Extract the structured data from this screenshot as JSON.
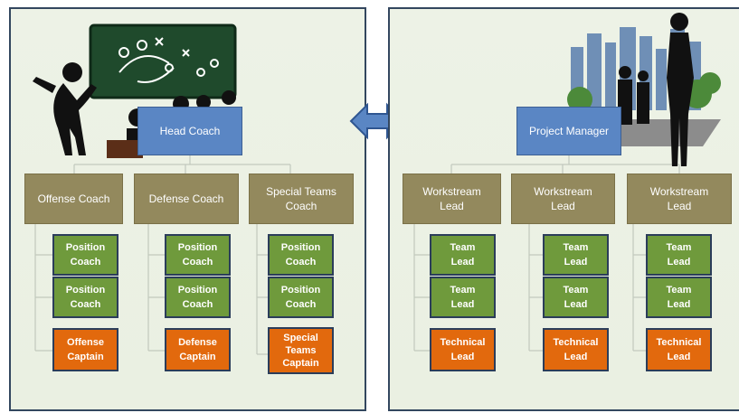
{
  "colors": {
    "panel_border": "#33475f",
    "top_box": "#5a86c4",
    "mid_box": "#93895d",
    "green_box": "#6f9a3c",
    "orange_box": "#e2690d",
    "arrow": "#5a86c4"
  },
  "icons": {
    "left_illustration": "coach-classroom-icon",
    "swap": "double-arrow-icon",
    "right_illustration": "business-skyline-icon"
  },
  "sports": {
    "head": "Head Coach",
    "columns": [
      {
        "header": "Offense Coach",
        "items": [
          {
            "label": "Position\nCoach",
            "kind": "green"
          },
          {
            "label": "Position\nCoach",
            "kind": "green"
          },
          {
            "label": "Offense\nCaptain",
            "kind": "orange"
          }
        ]
      },
      {
        "header": "Defense Coach",
        "items": [
          {
            "label": "Position\nCoach",
            "kind": "green"
          },
          {
            "label": "Position\nCoach",
            "kind": "green"
          },
          {
            "label": "Defense\nCaptain",
            "kind": "orange"
          }
        ]
      },
      {
        "header": "Special Teams\nCoach",
        "items": [
          {
            "label": "Position\nCoach",
            "kind": "green"
          },
          {
            "label": "Position\nCoach",
            "kind": "green"
          },
          {
            "label": "Special\nTeams\nCaptain",
            "kind": "orange"
          }
        ]
      }
    ]
  },
  "business": {
    "head": "Project Manager",
    "columns": [
      {
        "header": "Workstream\nLead",
        "items": [
          {
            "label": "Team\nLead",
            "kind": "green"
          },
          {
            "label": "Team\nLead",
            "kind": "green"
          },
          {
            "label": "Technical\nLead",
            "kind": "orange"
          }
        ]
      },
      {
        "header": "Workstream\nLead",
        "items": [
          {
            "label": "Team\nLead",
            "kind": "green"
          },
          {
            "label": "Team\nLead",
            "kind": "green"
          },
          {
            "label": "Technical\nLead",
            "kind": "orange"
          }
        ]
      },
      {
        "header": "Workstream\nLead",
        "items": [
          {
            "label": "Team\nLead",
            "kind": "green"
          },
          {
            "label": "Team\nLead",
            "kind": "green"
          },
          {
            "label": "Technical\nLead",
            "kind": "orange"
          }
        ]
      }
    ]
  }
}
